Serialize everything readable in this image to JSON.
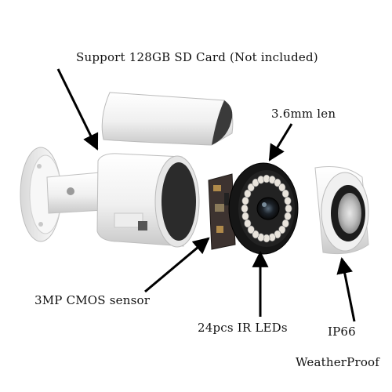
{
  "labels": {
    "sd_card": "Support 128GB SD Card (Not included)",
    "lens": "3.6mm len",
    "sensor": "3MP CMOS sensor",
    "leds": "24pcs IR LEDs",
    "ip_rating": "IP66",
    "weatherproof": "WeatherProof"
  },
  "colors": {
    "text": "#111111",
    "arrow": "#000000",
    "housing": "#f4f4f4",
    "housing_shadow": "#cfcfcf",
    "lens_ring": "#1a1a1a",
    "led": "#e9e4dc",
    "pcb": "#2a2320"
  },
  "icons": [
    "arrow-icon"
  ]
}
